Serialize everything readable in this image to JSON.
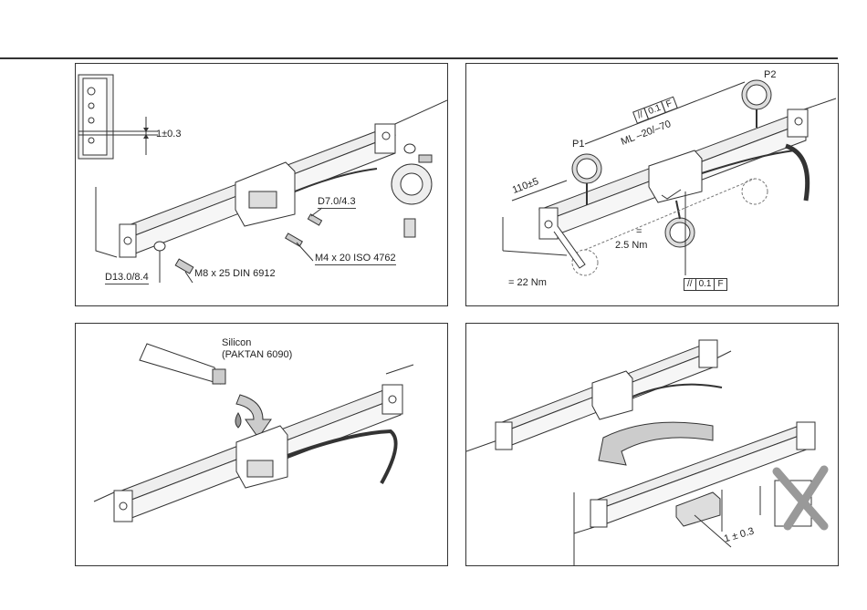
{
  "panel1": {
    "tolerance": "1±0.3",
    "screw_small": "D7.0/4.3",
    "screw_iso": "M4 x 20 ISO 4762",
    "washer": "D13.0/8.4",
    "screw_din": "M8 x 25 DIN 6912"
  },
  "panel2": {
    "p1": "P1",
    "p2": "P2",
    "ml": "ML –20/–70",
    "dist": "110±5",
    "torque_eq1": "=",
    "torque_small": "2.5 Nm",
    "torque_large": "= 22 Nm",
    "tol_top": [
      "//",
      "0.1",
      "F"
    ],
    "tol_bottom": [
      "//",
      "0.1",
      "F"
    ]
  },
  "panel3": {
    "silicon": "Silicon",
    "paktan": "(PAKTAN 6090)"
  },
  "panel4": {
    "tolerance": "1 ± 0.3"
  }
}
